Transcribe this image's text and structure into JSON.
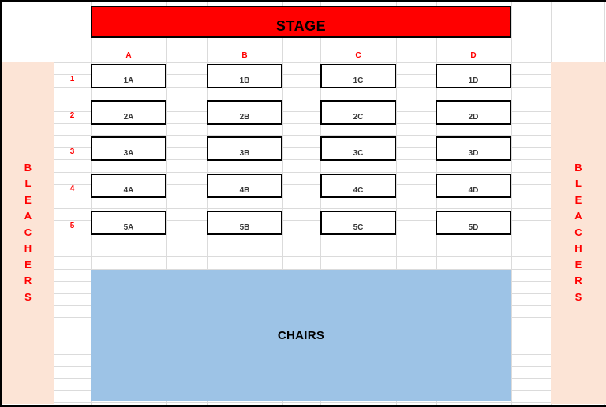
{
  "stage": {
    "label": "STAGE"
  },
  "chairs": {
    "label": "CHAIRS"
  },
  "bleachers": {
    "word": "BLEACHERS",
    "letters": [
      "B",
      "L",
      "E",
      "A",
      "C",
      "H",
      "E",
      "R",
      "S"
    ],
    "sides": [
      "left",
      "right"
    ]
  },
  "grid": {
    "column_headers": [
      "A",
      "B",
      "C",
      "D"
    ],
    "row_headers": [
      "1",
      "2",
      "3",
      "4",
      "5"
    ],
    "seats": [
      [
        "1A",
        "1B",
        "1C",
        "1D"
      ],
      [
        "2A",
        "2B",
        "2C",
        "2D"
      ],
      [
        "3A",
        "3B",
        "3C",
        "3D"
      ],
      [
        "4A",
        "4B",
        "4C",
        "4D"
      ],
      [
        "5A",
        "5B",
        "5C",
        "5D"
      ]
    ]
  },
  "colors": {
    "stage_fill": "#FF0000",
    "chairs_fill": "#9DC3E6",
    "bleacher_fill": "#FCE4D6",
    "label_red": "#FF0000",
    "seat_text": "#383838",
    "shape_border": "#000000",
    "gridline": "#DBDBDB"
  }
}
